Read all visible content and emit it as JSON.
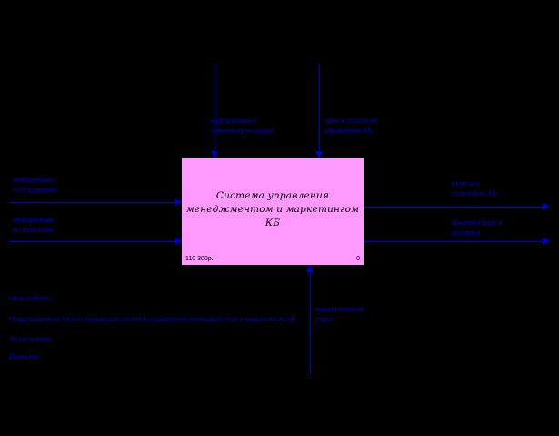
{
  "diagram": {
    "activity": {
      "title_line1": "Система управления",
      "title_line2": "менеджментом и маркетингом КБ",
      "cost": "110 300р.",
      "number": "0",
      "fill_color": "#ff99ff"
    },
    "arrow_color": "#0000cc",
    "inputs": [
      {
        "label_line1": "информация",
        "label_line2": "о сотрудниках"
      },
      {
        "label_line1": "информация",
        "label_line2": "по клиентам"
      }
    ],
    "controls": [
      {
        "label_line1": "информация о",
        "label_line2": "конъюнктуре рынка"
      },
      {
        "label_line1": "цель и стратегия",
        "label_line2": "управления КБ"
      }
    ],
    "outputs": [
      {
        "label_line1": "отчеты и",
        "label_line2": "отчетность КБ"
      },
      {
        "label_line1": "документация и",
        "label_line2": "договора"
      }
    ],
    "mechanisms": [
      {
        "label_line1": "маркетинговый",
        "label_line2": "отдел"
      }
    ]
  },
  "notes": {
    "purpose_heading": "Цель работы:",
    "purpose_text": "Моделирование бизнес-процессов системы управления менеджментом и маркетингом КБ",
    "viewpoint_heading": "Точка зрения:",
    "viewpoint_text": "Директор"
  }
}
